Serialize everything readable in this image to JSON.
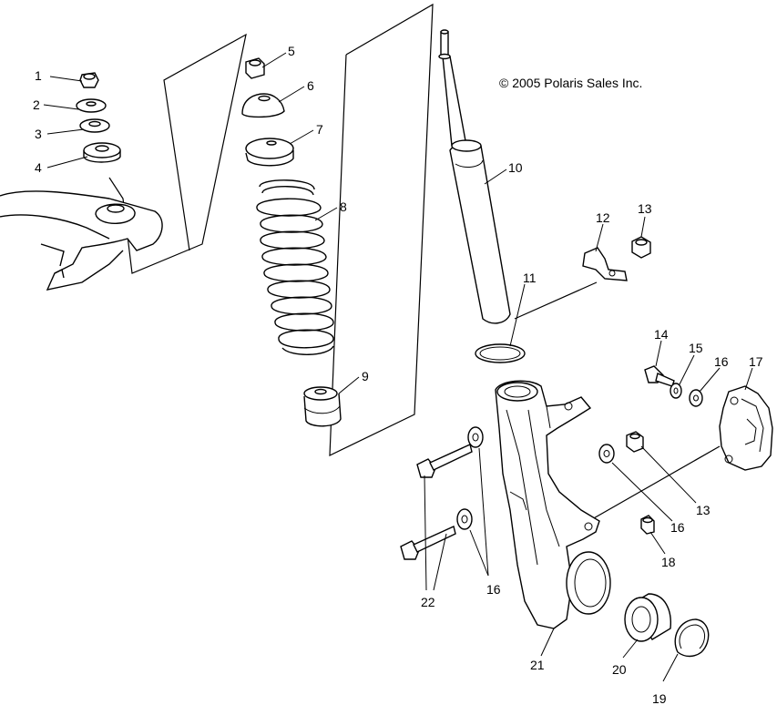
{
  "copyright": "© 2005 Polaris Sales Inc.",
  "callouts": [
    "1",
    "2",
    "3",
    "4",
    "5",
    "6",
    "7",
    "8",
    "9",
    "10",
    "11",
    "12",
    "13",
    "13",
    "14",
    "15",
    "16",
    "16",
    "16",
    "17",
    "18",
    "19",
    "20",
    "21",
    "22"
  ]
}
